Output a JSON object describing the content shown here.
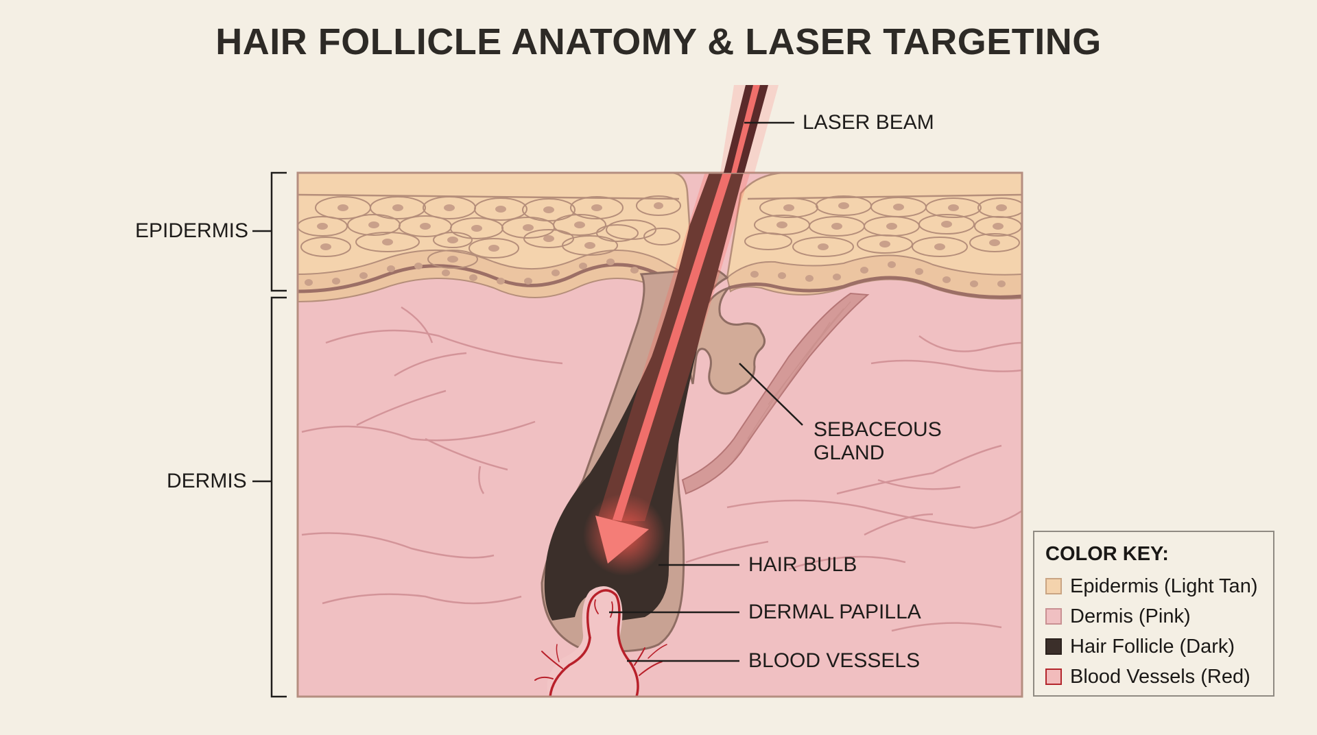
{
  "title": "HAIR FOLLICLE ANATOMY & LASER TARGETING",
  "layers": {
    "epidermis": "EPIDERMIS",
    "dermis": "DERMIS"
  },
  "callouts": {
    "laser_beam": "LASER BEAM",
    "sebaceous_line1": "SEBACEOUS",
    "sebaceous_line2": "GLAND",
    "hair_bulb": "HAIR BULB",
    "dermal_papilla": "DERMAL PAPILLA",
    "blood_vessels": "BLOOD VESSELS"
  },
  "legend": {
    "title": "COLOR KEY:",
    "items": [
      {
        "label": "Epidermis (Light Tan)",
        "color": "#f4d3ad",
        "border": "#c9a483"
      },
      {
        "label": "Dermis (Pink)",
        "color": "#f0c0c2",
        "border": "#c99092"
      },
      {
        "label": "Hair Follicle (Dark)",
        "color": "#3b2f2a",
        "border": "#2a211d"
      },
      {
        "label": "Blood Vessels (Red)",
        "color": "#f2bcbc",
        "border": "#b3262c"
      }
    ]
  },
  "colors": {
    "background": "#f4efe4",
    "epidermis": "#f4d3ad",
    "dermis": "#f0c0c2",
    "follicle": "#3b2f2a",
    "laser": "#e8403f",
    "vessel": "#b8202a"
  }
}
